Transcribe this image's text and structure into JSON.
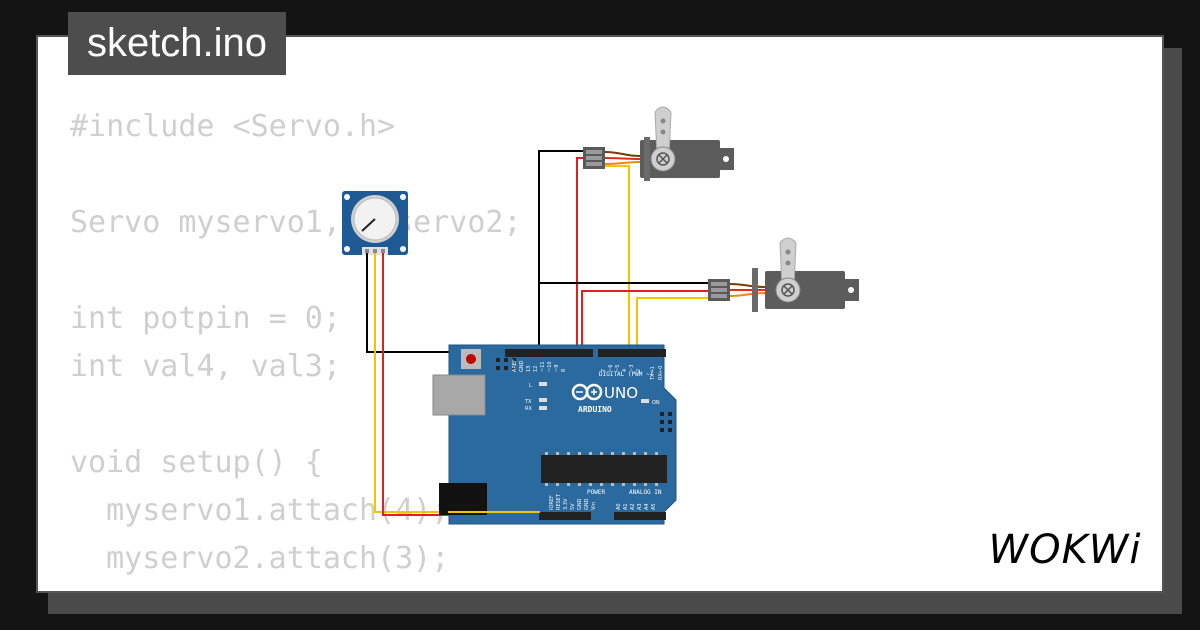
{
  "file_tab": {
    "label": "sketch.ino"
  },
  "code_lines": [
    "#include <Servo.h>",
    "",
    "Servo myservo1, myservo2;",
    "",
    "int potpin = 0;",
    "int val4, val3;",
    "",
    "void setup() {",
    "  myservo1.attach(4);",
    "  myservo2.attach(3);",
    "}"
  ],
  "board": {
    "name": "UNO",
    "brand": "ARDUINO",
    "digital_label": "DIGITAL (PWM ~)",
    "power_label": "POWER",
    "analog_label": "ANALOG IN",
    "pin_labels_top": [
      "AREF",
      "GND",
      "13",
      "12",
      "~11",
      "~10",
      "~9",
      "8",
      "7",
      "~6",
      "~5",
      "4",
      "~3",
      "2",
      "TX→1",
      "RX←0"
    ],
    "pin_labels_bottom": [
      "IOREF",
      "RESET",
      "3.3V",
      "5V",
      "GND",
      "GND",
      "Vin",
      "A0",
      "A1",
      "A2",
      "A3",
      "A4",
      "A5"
    ],
    "led_labels": [
      "L",
      "TX",
      "RX",
      "ON"
    ]
  },
  "logo": {
    "text": "WOKWi"
  },
  "colors": {
    "background": "#141414",
    "card": "#ffffff",
    "board_blue": "#2a6a9e",
    "wire_red": "#e02020",
    "wire_yellow": "#f2c500",
    "wire_black": "#000000",
    "servo_body": "#5c5c5c"
  }
}
